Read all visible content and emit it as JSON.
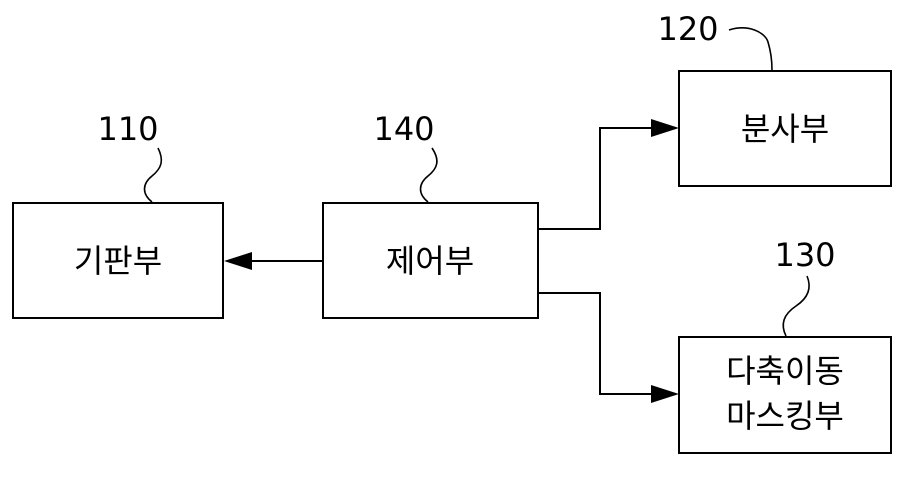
{
  "blocks": {
    "substrate": {
      "ref": "110",
      "lines": [
        "기판부"
      ]
    },
    "control": {
      "ref": "140",
      "lines": [
        "제어부"
      ]
    },
    "spray": {
      "ref": "120",
      "lines": [
        "분사부"
      ]
    },
    "masking": {
      "ref": "130",
      "lines": [
        "다축이동",
        "마스킹부"
      ]
    }
  },
  "connections": [
    {
      "from": "control",
      "to": "substrate"
    },
    {
      "from": "control",
      "to": "spray"
    },
    {
      "from": "control",
      "to": "masking"
    }
  ]
}
